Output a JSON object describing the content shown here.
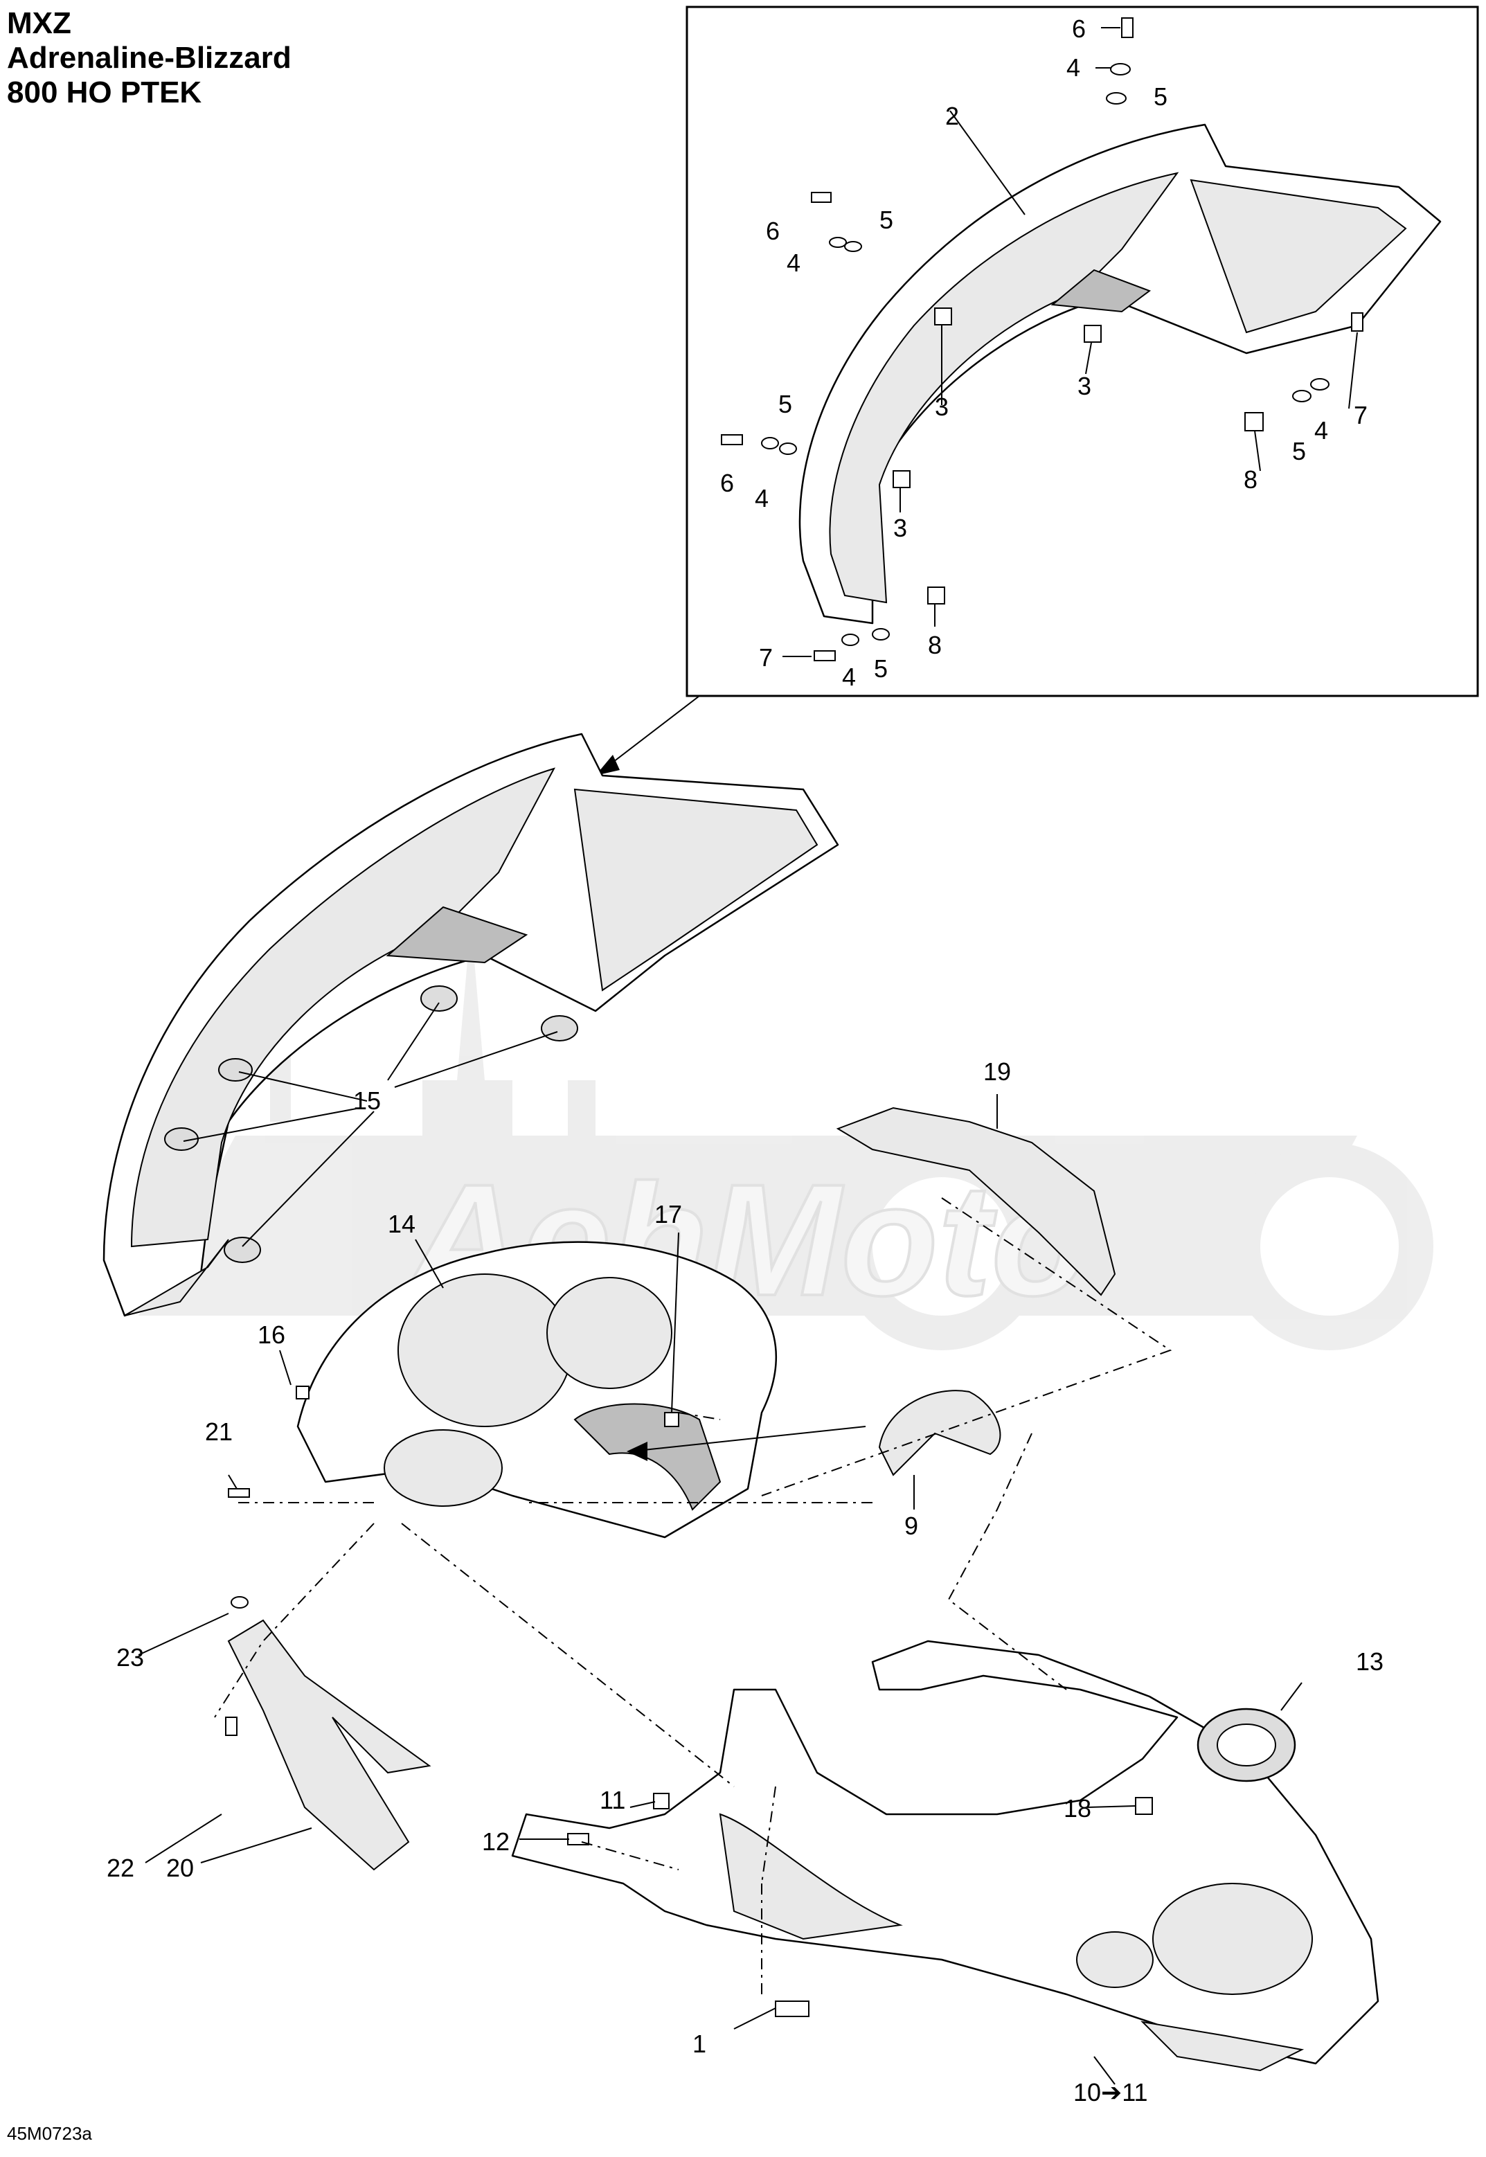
{
  "header": {
    "model": "MXZ",
    "variant": "Adrenaline-Blizzard",
    "engine": "800 HO PTEK"
  },
  "figure_code": "45M0723a",
  "watermark": "AehMoto",
  "callouts": {
    "c1": "1",
    "c2": "2",
    "c3a": "3",
    "c3b": "3",
    "c3c": "3",
    "c4a": "4",
    "c4b": "4",
    "c4c": "4",
    "c4d": "4",
    "c4e": "4",
    "c5a": "5",
    "c5b": "5",
    "c5c": "5",
    "c5d": "5",
    "c5e": "5",
    "c6a": "6",
    "c6b": "6",
    "c6c": "6",
    "c7a": "7",
    "c7b": "7",
    "c8a": "8",
    "c8b": "8",
    "c9": "9",
    "c10": "10➔11",
    "c11": "11",
    "c12": "12",
    "c13": "13",
    "c14": "14",
    "c15": "15",
    "c16": "16",
    "c17": "17",
    "c18": "18",
    "c19": "19",
    "c20": "20",
    "c21": "21",
    "c22": "22",
    "c23": "23"
  }
}
